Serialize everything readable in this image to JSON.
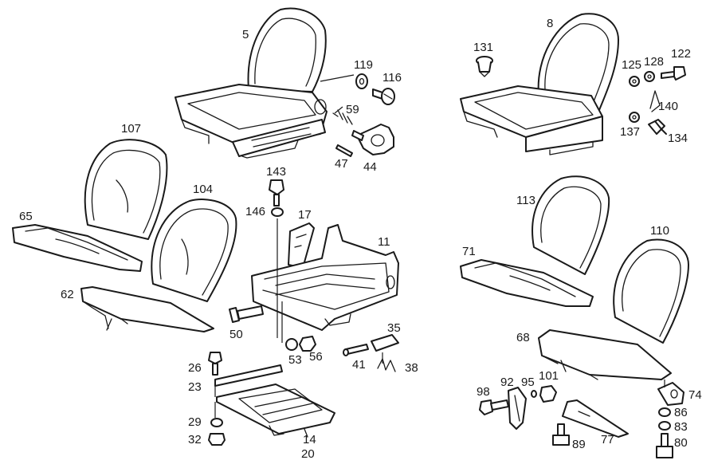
{
  "diagram": {
    "labels": {
      "l5": "5",
      "l8": "8",
      "l119": "119",
      "l116": "116",
      "l59": "59",
      "l47": "47",
      "l44": "44",
      "l107": "107",
      "l104": "104",
      "l65": "65",
      "l62": "62",
      "l143": "143",
      "l146": "146",
      "l17": "17",
      "l11": "11",
      "l50": "50",
      "l35": "35",
      "l53": "53",
      "l56": "56",
      "l41": "41",
      "l38": "38",
      "l26": "26",
      "l23": "23",
      "l29": "29",
      "l32": "32",
      "l14": "14",
      "l20": "20",
      "l131": "131",
      "l125": "125",
      "l128": "128",
      "l122": "122",
      "l140": "140",
      "l137": "137",
      "l134": "134",
      "l113": "113",
      "l110": "110",
      "l71": "71",
      "l68": "68",
      "l98": "98",
      "l92": "92",
      "l95": "95",
      "l101": "101",
      "l74": "74",
      "l86": "86",
      "l83": "83",
      "l80": "80",
      "l89": "89",
      "l77": "77"
    }
  }
}
